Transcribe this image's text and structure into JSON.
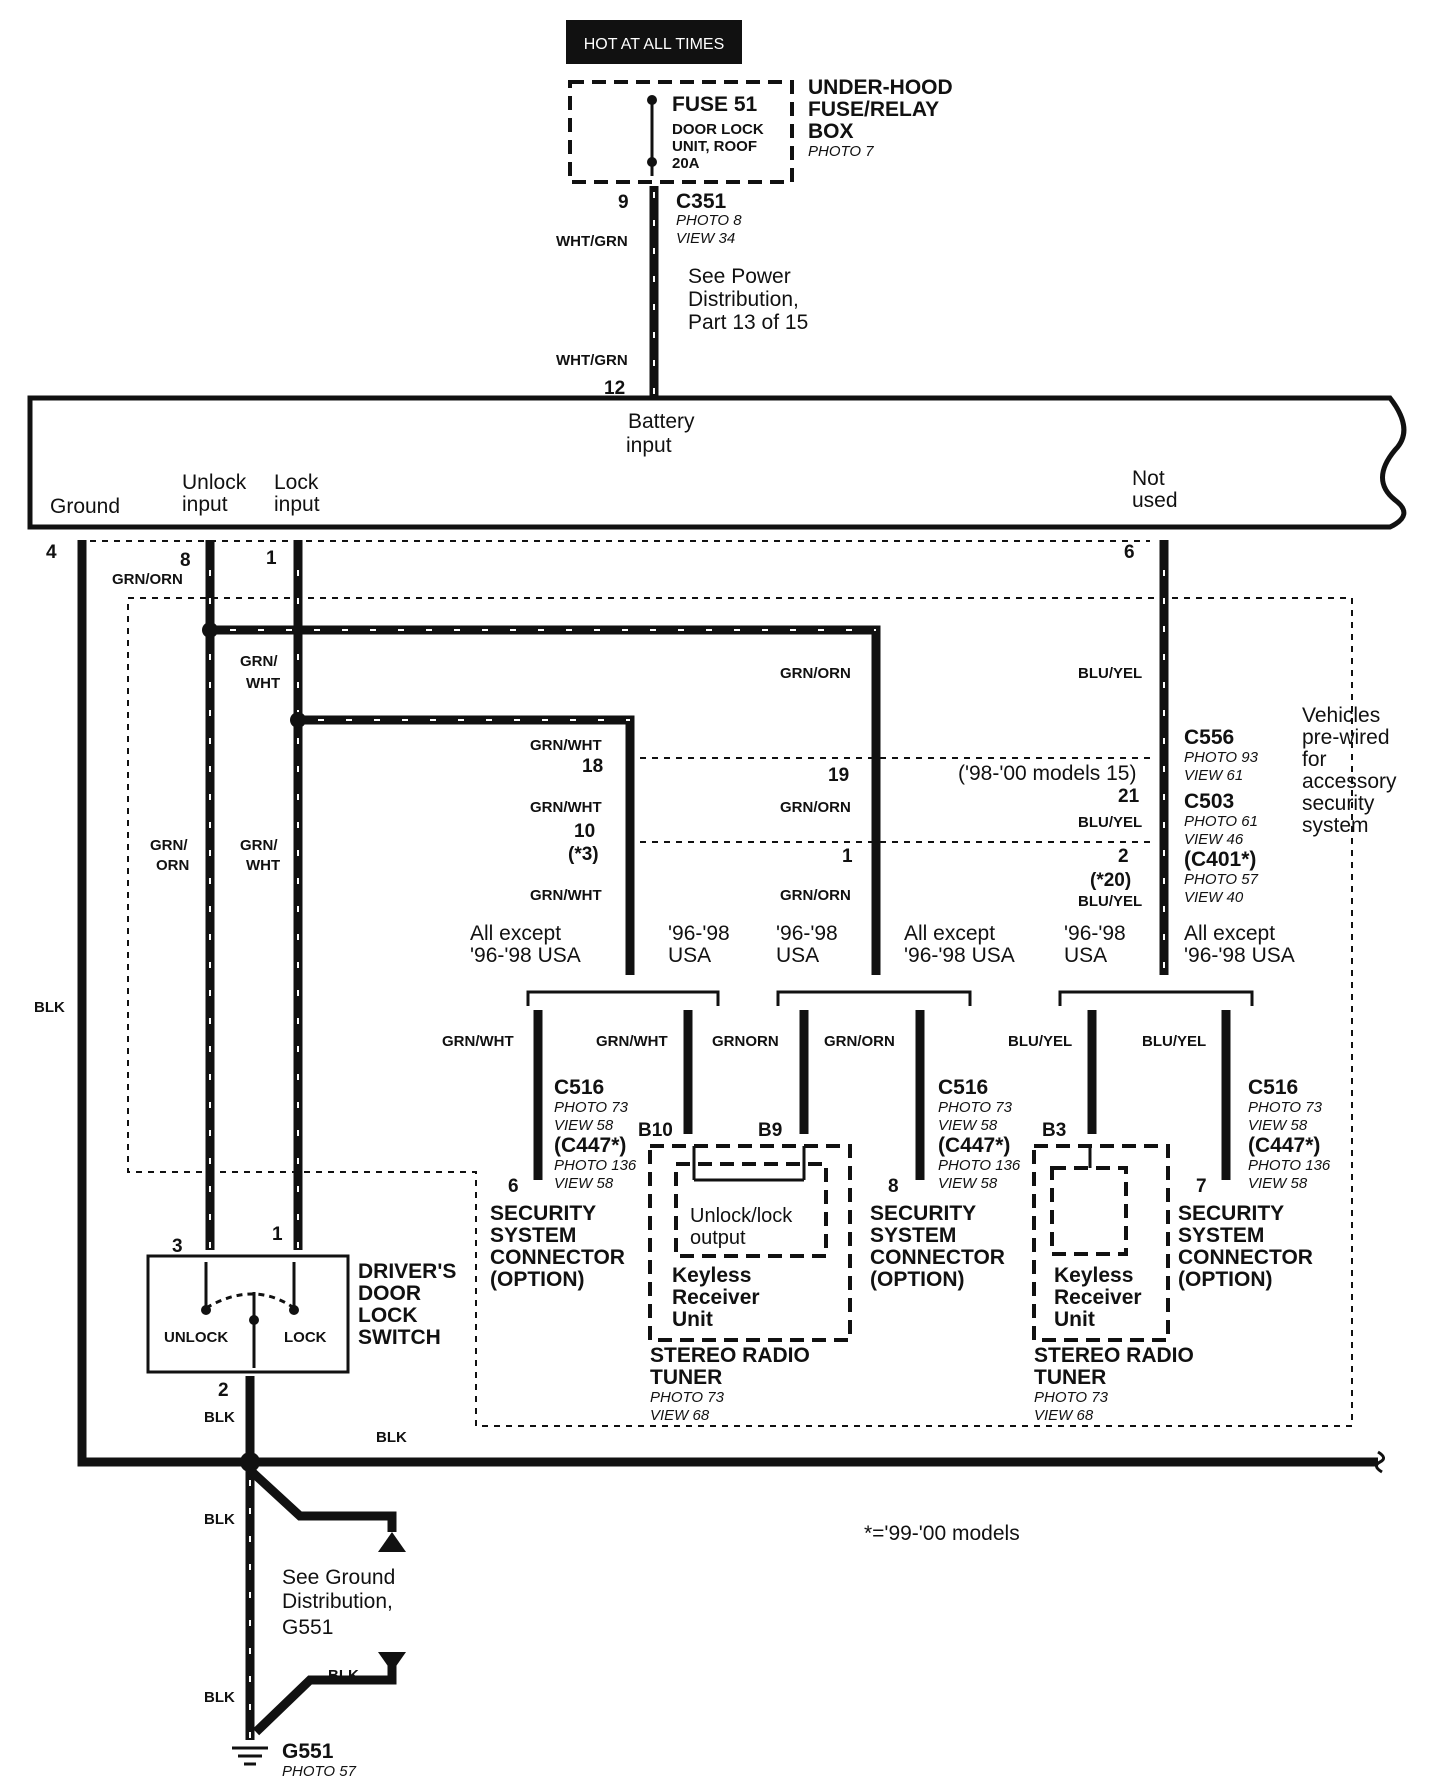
{
  "hot_label": "HOT AT ALL TIMES",
  "fuse": {
    "name": "FUSE 51",
    "l1": "DOOR LOCK",
    "l2": "UNIT, ROOF",
    "l3": "20A"
  },
  "fuse_box": {
    "l1": "UNDER-HOOD",
    "l2": "FUSE/RELAY",
    "l3": "BOX",
    "photo": "PHOTO 7"
  },
  "c351": {
    "pin": "9",
    "name": "C351",
    "photo": "PHOTO 8",
    "view": "VIEW 34"
  },
  "wire_wht_grn": "WHT/GRN",
  "power_note": {
    "l1": "See Power",
    "l2": "Distribution,",
    "l3": "Part 13 of 15"
  },
  "pin_12": "12",
  "module": {
    "battery1": "Battery",
    "battery2": "input",
    "ground": "Ground",
    "unlock1": "Unlock",
    "unlock2": "input",
    "lock1": "Lock",
    "lock2": "input",
    "notused1": "Not",
    "notused2": "used"
  },
  "pins": {
    "p4": "4",
    "p8": "8",
    "p1": "1",
    "p6": "6",
    "p18": "18",
    "p19": "19",
    "p21": "21",
    "p10": "10",
    "p3note": "(*3)",
    "p1b": "1",
    "p2": "2",
    "p20note": "(*20)",
    "sw3": "3",
    "sw1": "1",
    "sw2": "2",
    "p6b": "6",
    "p8b": "8",
    "p7": "7",
    "b10": "B10",
    "b9": "B9",
    "b3": "B3"
  },
  "wires": {
    "grn_orn": "GRN/ORN",
    "grn_wht": "GRN/WHT",
    "grn_wht_a": "GRN/",
    "grn_wht_b": "WHT",
    "grn_orn_a": "GRN/",
    "grn_orn_b": "ORN",
    "blu_yel": "BLU/YEL",
    "blk": "BLK",
    "grnorn_typo": "GRNORN"
  },
  "c556": {
    "name": "C556",
    "photo": "PHOTO 93",
    "view": "VIEW 61",
    "note": "('98-'00 models 15)"
  },
  "c503": {
    "name": "C503",
    "photo": "PHOTO 61",
    "view": "VIEW 46"
  },
  "c401": {
    "name": "(C401*)",
    "photo": "PHOTO 57",
    "view": "VIEW 40"
  },
  "vehicles_note": {
    "l1": "Vehicles",
    "l2": "pre-wired",
    "l3": "for",
    "l4": "accessory",
    "l5": "security",
    "l6": "system"
  },
  "variants": {
    "all_except1": "All except",
    "all_except2": "'96-'98 USA",
    "usa1": "'96-'98",
    "usa2": "USA"
  },
  "c516": {
    "name": "C516",
    "photo": "PHOTO 73",
    "view": "VIEW 58",
    "c447": "(C447*)",
    "photo2": "PHOTO 136",
    "view2": "VIEW 58"
  },
  "security": {
    "l1": "SECURITY",
    "l2": "SYSTEM",
    "l3": "CONNECTOR",
    "l4": "(OPTION)"
  },
  "keyless": {
    "l1": "Keyless",
    "l2": "Receiver",
    "l3": "Unit",
    "out1": "Unlock/lock",
    "out2": "output"
  },
  "stereo": {
    "l1": "STEREO RADIO",
    "l2": "TUNER",
    "photo": "PHOTO 73",
    "view": "VIEW 68"
  },
  "switch": {
    "l1": "DRIVER'S",
    "l2": "DOOR",
    "l3": "LOCK",
    "l4": "SWITCH",
    "unlock": "UNLOCK",
    "lock": "LOCK"
  },
  "ground_note": {
    "l1": "See Ground",
    "l2": "Distribution,",
    "l3": "G551"
  },
  "g551": {
    "name": "G551",
    "photo": "PHOTO 57"
  },
  "footnote": "*='99-'00 models"
}
